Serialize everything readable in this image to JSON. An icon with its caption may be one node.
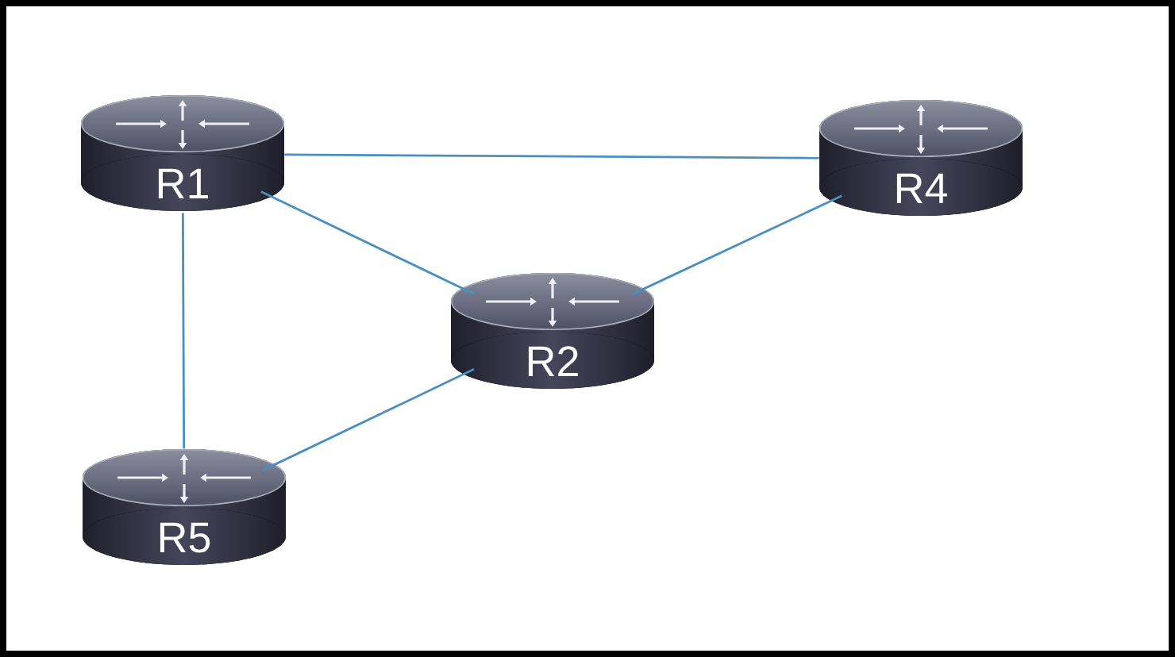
{
  "diagram": {
    "nodes": [
      {
        "text": [
          "R1"
        ]
      },
      {
        "text": [
          "R4"
        ]
      },
      {
        "text": [
          "R2"
        ]
      },
      {
        "text": [
          "R5"
        ]
      }
    ],
    "edges": [
      {
        "from": 0,
        "to": 1,
        "arrow": "none"
      },
      {
        "from": 0,
        "to": 2,
        "arrow": "none"
      },
      {
        "from": 0,
        "to": 3,
        "arrow": "none"
      },
      {
        "from": 2,
        "to": 1,
        "arrow": "none"
      },
      {
        "from": 2,
        "to": 3,
        "arrow": "none"
      }
    ]
  }
}
